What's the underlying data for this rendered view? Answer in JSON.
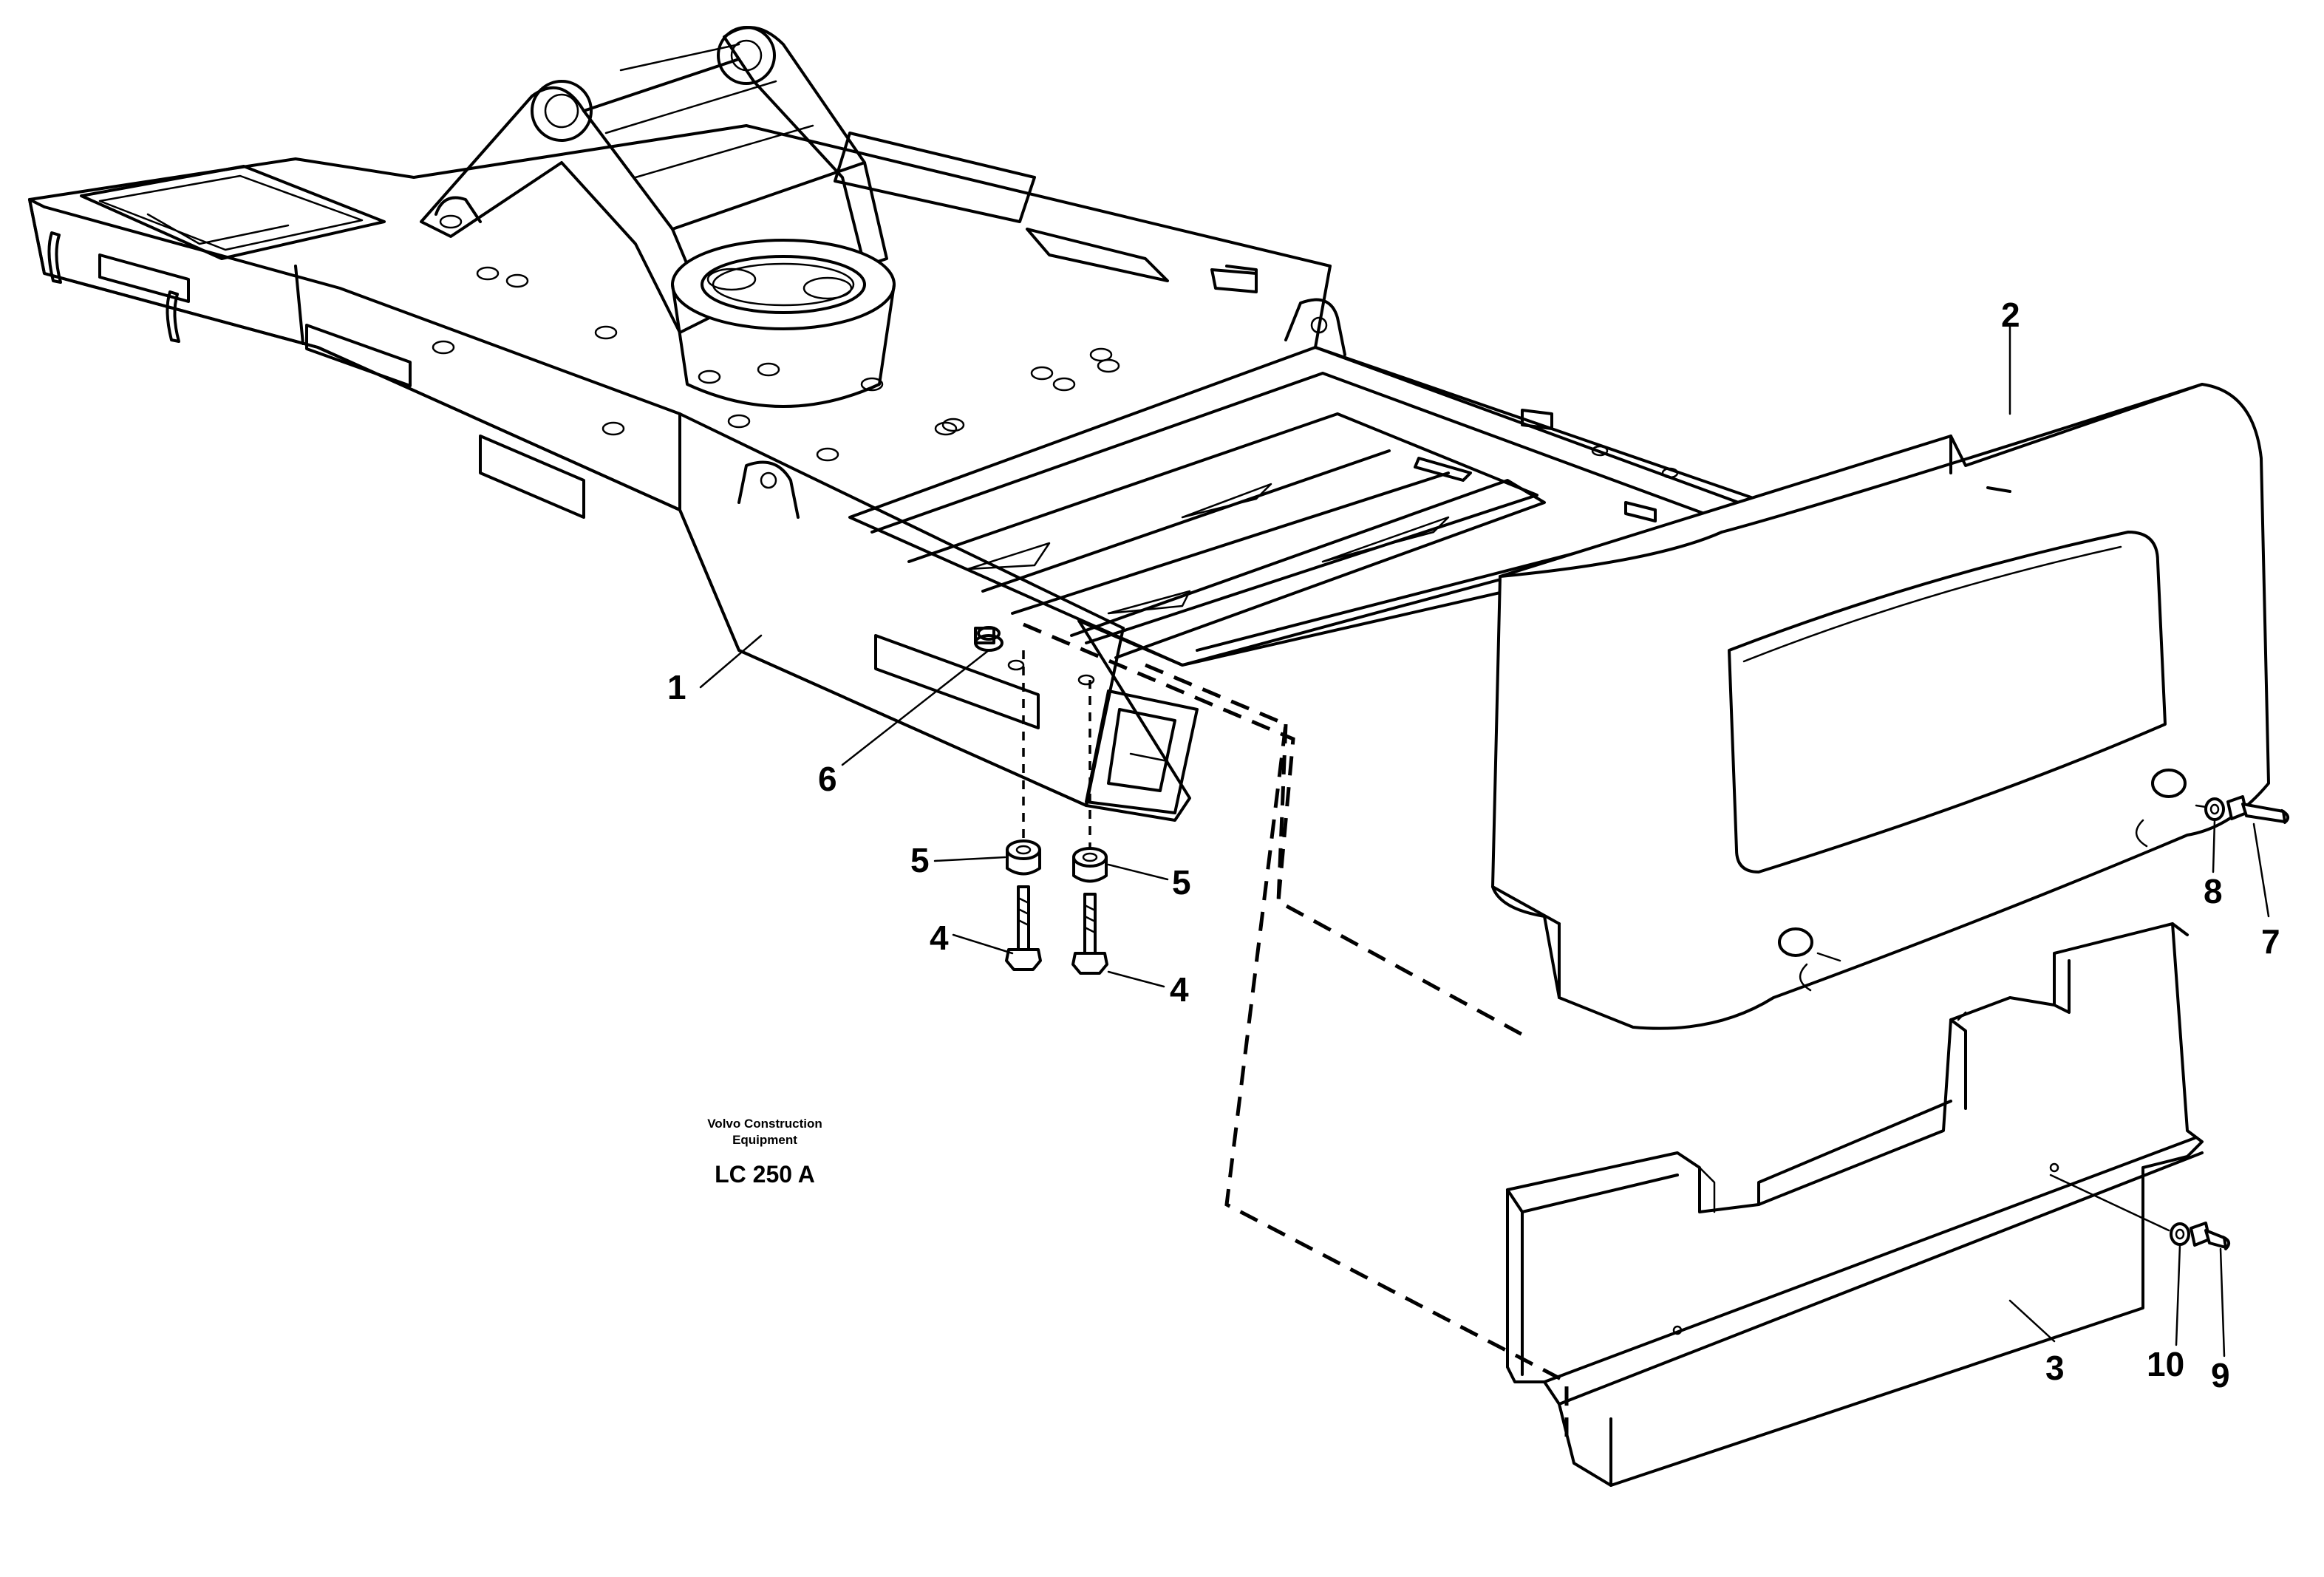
{
  "caption": {
    "line1": "Volvo Construction",
    "line2": "Equipment",
    "code": "LC 250 A"
  },
  "callouts": [
    {
      "id": "1",
      "label": "1"
    },
    {
      "id": "2",
      "label": "2"
    },
    {
      "id": "3",
      "label": "3"
    },
    {
      "id": "4a",
      "label": "4"
    },
    {
      "id": "4b",
      "label": "4"
    },
    {
      "id": "5a",
      "label": "5"
    },
    {
      "id": "5b",
      "label": "5"
    },
    {
      "id": "6",
      "label": "6"
    },
    {
      "id": "7",
      "label": "7"
    },
    {
      "id": "8",
      "label": "8"
    },
    {
      "id": "9",
      "label": "9"
    },
    {
      "id": "10",
      "label": "10"
    }
  ],
  "parts": {
    "upper_frame": "frame",
    "counterweight": "counterweight",
    "lower_counterweight": "plate"
  }
}
